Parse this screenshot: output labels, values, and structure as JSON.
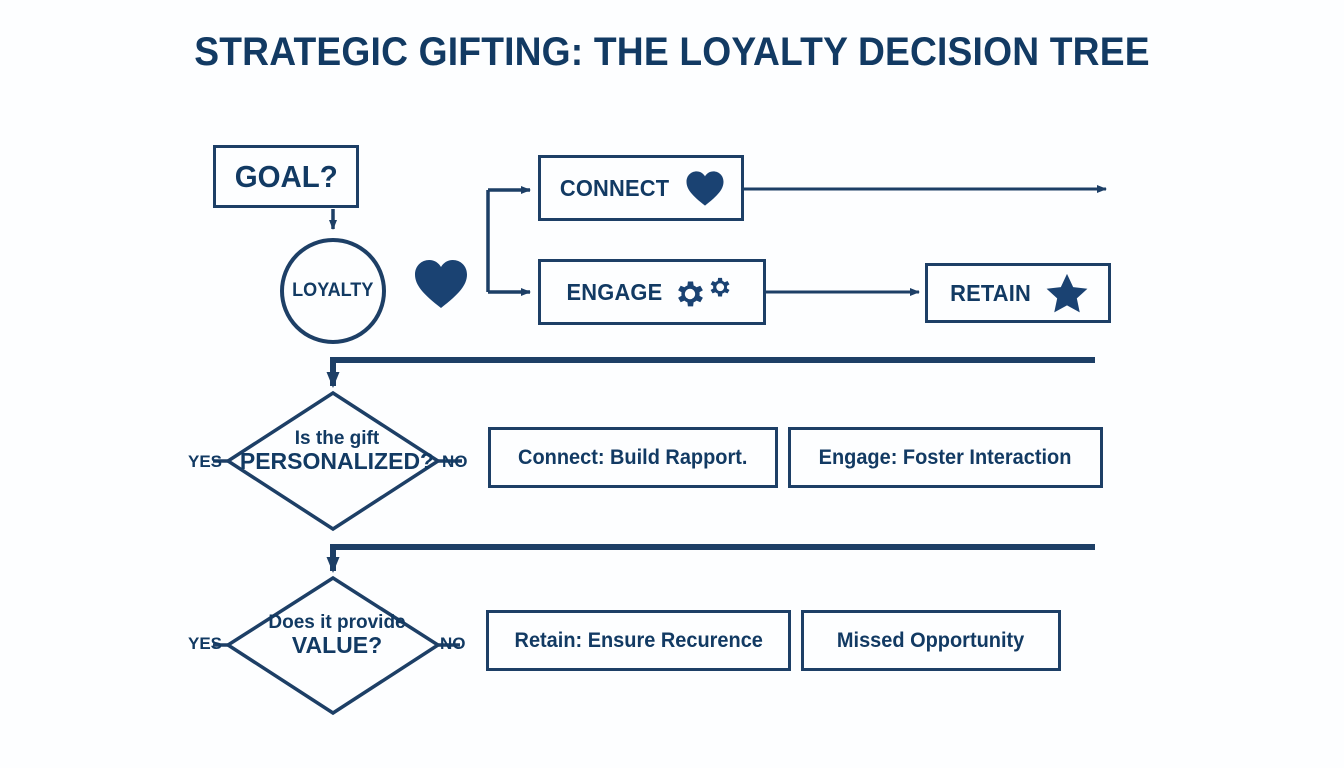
{
  "page": {
    "title": "STRATEGIC GIFTING: THE LOYALTY DECISION TREE",
    "background_color": "#fdfeff",
    "ink_color": "#123a63",
    "stroke_color": "#1d3f66"
  },
  "nodes": {
    "goal": {
      "label": "GOAL?"
    },
    "loyalty": {
      "label": "LOYALTY"
    },
    "connect": {
      "label": "CONNECT",
      "icon": "heart-icon"
    },
    "engage": {
      "label": "ENGAGE",
      "icon": "gears-icon"
    },
    "retain": {
      "label": "RETAIN",
      "icon": "star-icon"
    },
    "free_heart": {
      "icon": "heart-icon"
    }
  },
  "decisions": [
    {
      "line1": "Is the gift",
      "line2": "PERSONALIZED?",
      "yes_label": "YES",
      "no_label": "NO"
    },
    {
      "line1": "Does it provide",
      "line2": "VALUE?",
      "yes_label": "YES",
      "no_label": "NO"
    }
  ],
  "outcomes": [
    {
      "label": "Connect: Build Rapport."
    },
    {
      "label": "Engage: Foster Interaction"
    },
    {
      "label": "Retain: Ensure Recurence"
    },
    {
      "label": "Missed Opportunity"
    }
  ]
}
